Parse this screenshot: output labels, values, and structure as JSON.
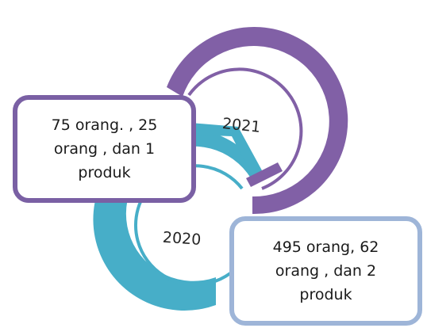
{
  "years": {
    "year_2021": "2021",
    "year_2020": "2020"
  },
  "callouts": {
    "callout_2021": "75 orang. , 25 orang , dan 1 produk",
    "callout_2020": "495 orang, 62 orang , dan 2 produk"
  },
  "colors": {
    "ring_2021": "#8160a6",
    "ring_2020": "#47aec8",
    "callout_2021_border": "#7a60a4",
    "callout_2020_border": "#9eb5d8"
  }
}
